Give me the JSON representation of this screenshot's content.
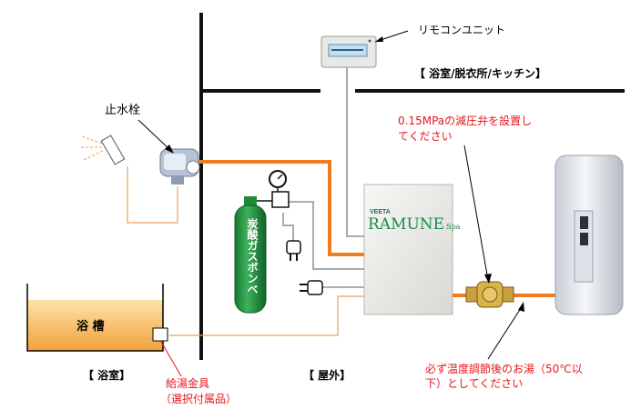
{
  "labels": {
    "remote_unit": "リモコンユニット",
    "rooms_top": "【 浴室/脱衣所/キッチン】",
    "stop_valve": "止水栓",
    "pressure_valve_note_line1": "0.15MPaの減圧弁を設置し",
    "pressure_valve_note_line2": "てください",
    "gas_cylinder": "炭酸ガスボンベ",
    "bathtub": "浴 槽",
    "bathroom": "【 浴室】",
    "outdoor": "【 屋外】",
    "fitting_line1": "給湯金具",
    "fitting_line2": "（選択付属品）",
    "temp_note_line1": "必ず温度調節後のお湯（50℃以",
    "temp_note_line2": "下）としてください"
  },
  "product": {
    "brand": "VEETA",
    "name": "RAMUNE",
    "suffix": "Spa"
  },
  "colors": {
    "hot_pipe": "#f07c1e",
    "warm_pipe": "#e9a060",
    "gray_pipe": "#8f8f8f",
    "wall": "#111111",
    "gas_green": "#1f8a3c",
    "alert_red": "#e8141b"
  }
}
